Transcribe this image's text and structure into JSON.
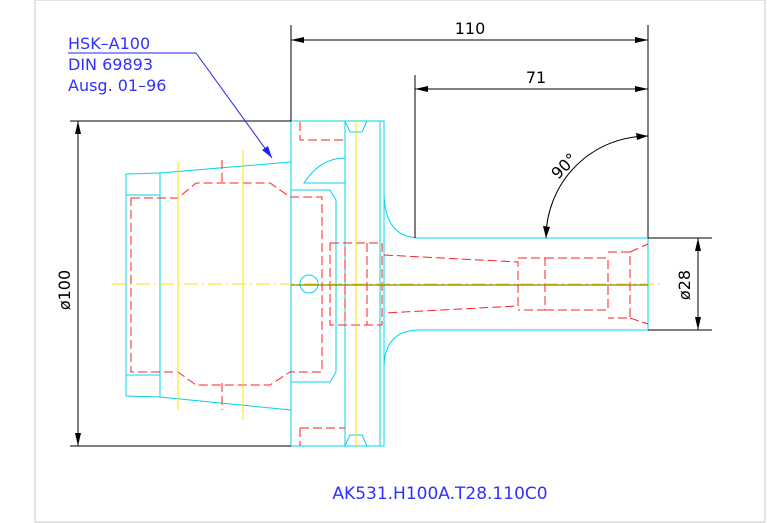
{
  "spec_label": {
    "line1": "HSK–A100",
    "line2": "DIN 69893",
    "line3": "Ausg. 01–96"
  },
  "dimensions": {
    "overall_length": "110",
    "gauge_length": "71",
    "angle": "90°",
    "flange_diameter": "ø100",
    "shank_diameter": "ø28"
  },
  "part_code": "AK531.H100A.T28.110C0",
  "colors": {
    "outline": "#00d4ee",
    "hidden": "#ff2020",
    "centerline": "#ffe000",
    "dimension": "#000000",
    "label": "#3030ff"
  }
}
